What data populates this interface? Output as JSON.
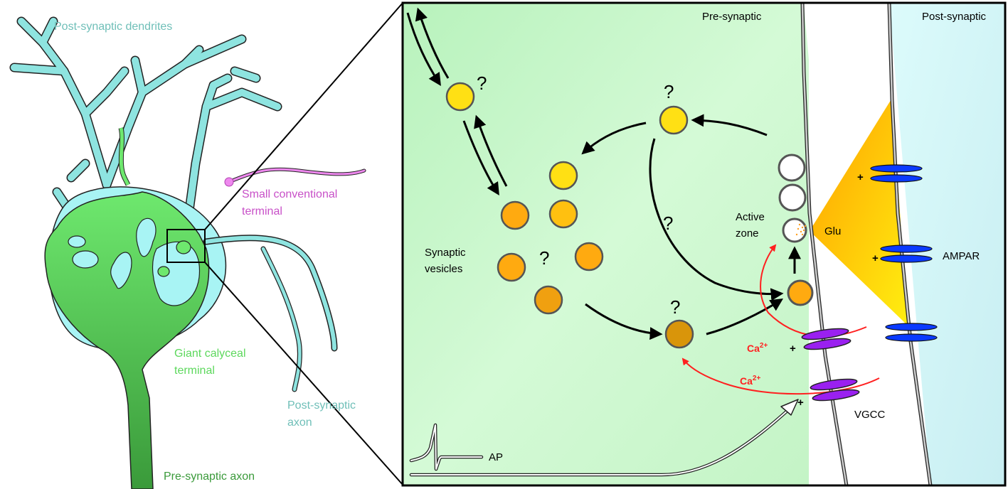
{
  "left_panel": {
    "labels": {
      "post_synaptic_dendrites": "Post-synaptic dendrites",
      "small_conventional_terminal_line1": "Small conventional",
      "small_conventional_terminal_line2": "terminal",
      "giant_calyceal_terminal_line1": "Giant calyceal",
      "giant_calyceal_terminal_line2": "terminal",
      "post_synaptic_axon_line1": "Post-synaptic",
      "post_synaptic_axon_line2": "axon",
      "pre_synaptic_axon": "Pre-synaptic axon"
    },
    "colors": {
      "dendrite_teal": "#6fbfb8",
      "postsyn_fill": "#a8f0f0",
      "calyx_green": "#6ee86e",
      "calyx_label": "#5cd85c",
      "presyn_axon_label": "#3a9a3a",
      "conventional_terminal": "#d050d0"
    }
  },
  "right_panel": {
    "labels": {
      "pre_synaptic": "Pre-synaptic",
      "post_synaptic": "Post-synaptic",
      "synaptic_vesicles_line1": "Synaptic",
      "synaptic_vesicles_line2": "vesicles",
      "active_zone_line1": "Active",
      "active_zone_line2": "zone",
      "glu": "Glu",
      "ampar": "AMPAR",
      "vgcc": "VGCC",
      "ap": "AP",
      "ca_upper": "Ca",
      "ca_lower": "Ca",
      "ca_superscript": "2+",
      "question_mark": "?",
      "plus": "+"
    },
    "colors": {
      "presyn_bg": "#c8f5c8",
      "postsyn_bg": "#d8f8f8",
      "vesicle_yellow": "#ffe014",
      "vesicle_orange": "#ffaa10",
      "vesicle_dark": "#d9950a",
      "glu_cone": "#ffb000",
      "ampar_blue": "#0a3aff",
      "vgcc_purple": "#9a20f0",
      "calcium_red": "#ff2020"
    }
  }
}
